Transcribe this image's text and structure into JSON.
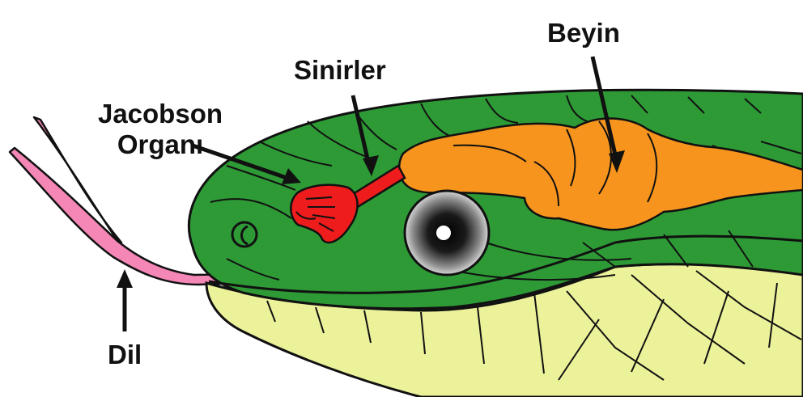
{
  "labels": {
    "brain": "Beyin",
    "nerves": "Sinirler",
    "jacobson_line1": "Jacobson",
    "jacobson_line2": "Organı",
    "tongue": "Dil"
  },
  "colors": {
    "skin_green": "#2e9a36",
    "belly_yellow": "#ecf29a",
    "brain_orange": "#f7941d",
    "organ_red": "#ee1c1c",
    "tongue_pink": "#f487b6",
    "outline": "#111111"
  }
}
